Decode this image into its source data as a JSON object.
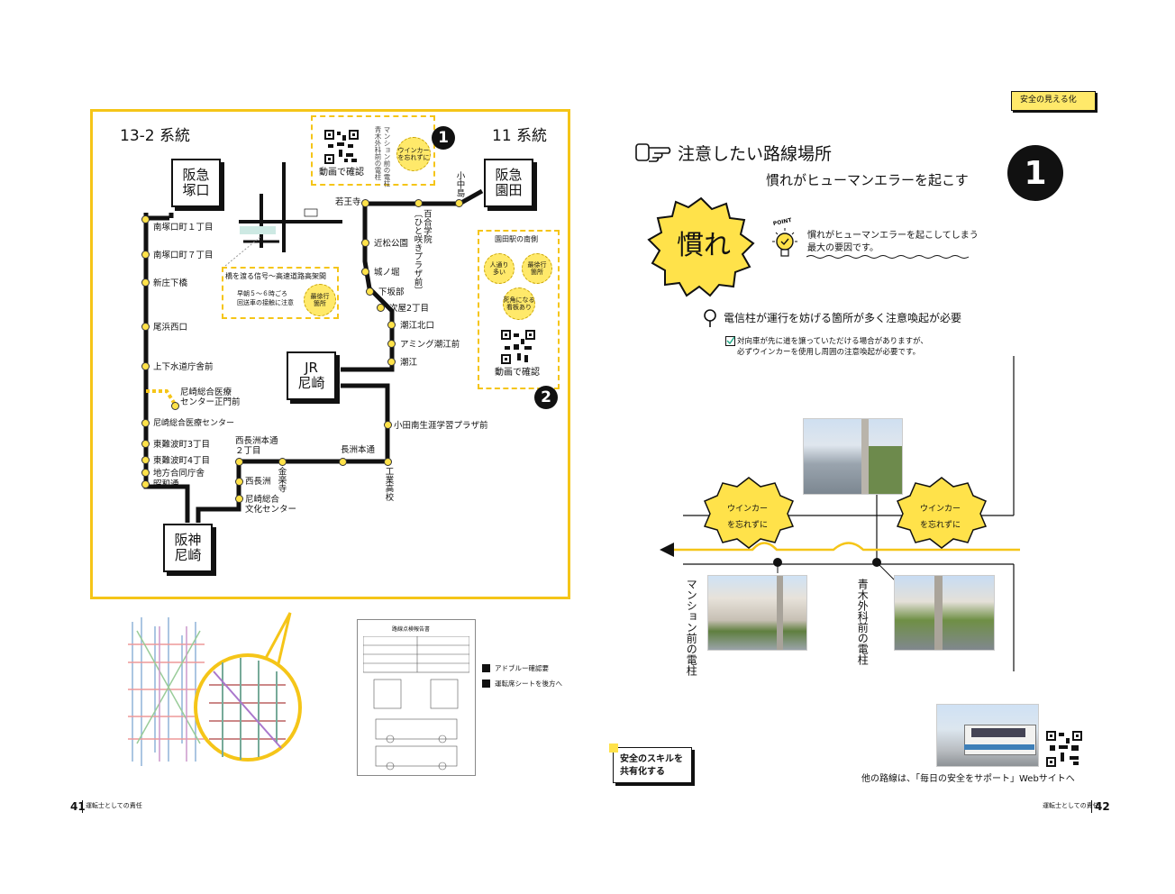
{
  "left_page": {
    "line_left": "13-2 系統",
    "line_right": "11 系統",
    "terminals": {
      "hankyu_tsukaguchi": "阪急\n塚口",
      "hankyu_sonoda": "阪急\n園田",
      "jr_amagasaki": "JR\n尼崎",
      "hanshin_amagasaki": "阪神\n尼崎"
    },
    "stops_13_2": [
      "南塚口町１丁目",
      "南塚口町７丁目",
      "新庄下橋",
      "尾浜西口",
      "上下水道庁舎前",
      "尼崎総合医療センター",
      "東難波町3丁目",
      "東難波町4丁目",
      "地方合同庁舎",
      "昭和通"
    ],
    "stop_branch": "尼崎総合医療\nセンター正門前",
    "stops_11": [
      "若王寺",
      "近松公園",
      "城ノ堀",
      "下坂部",
      "次屋2丁目",
      "潮江北口",
      "アミング潮江前",
      "潮江",
      "小田南生涯学習プラザ前",
      "長洲本通",
      "西長洲本通\n２丁目",
      "西長洲",
      "尼崎総合\n文化センター"
    ],
    "stops_vertical": {
      "ooshima": "小中島",
      "school": "百合学院\n〔ひと咲きプラザ前〕",
      "kogyo": "工業高校",
      "kinrakuji": "金楽寺"
    },
    "callout1": {
      "qr_label": "動画で確認",
      "vertical_note": "マンション前の電柱\n青木外科前の電柱",
      "badge": "ウインカー\nを忘れずに",
      "number": "1"
    },
    "callout_bridge": {
      "title": "橋を渡る信号～高速道路高架間",
      "note": "早朝５～６時ごろ\n回送車の接触に注意",
      "badge": "最徐行\n箇所"
    },
    "callout2": {
      "title": "園田駅の南側",
      "badges": [
        "人通り\n多い",
        "最徐行\n箇所",
        "死角になる\n看板あり"
      ],
      "qr_label": "動画で確認",
      "number": "2"
    },
    "inset_notes": [
      "アドブルー確認要",
      "運転席シートを後方へ"
    ],
    "form_title": "路線点検報告書",
    "page_number": "41",
    "footer": "運転士としての責任"
  },
  "right_page": {
    "tab": "安全の見える化",
    "section_title": "注意したい路線場所",
    "subtitle": "慣れがヒューマンエラーを起こす",
    "big_number": "1",
    "badge_word": "慣れ",
    "point_label": "POINT",
    "point_text": "慣れがヒューマンエラーを起こしてしまう\n最大の要因です。",
    "key_point": "電信柱が運行を妨げる箇所が多く注意喚起が必要",
    "check_text": "対向車が先に道を譲っていただける場合がありますが、\n必ずウインカーを使用し周囲の注意喚起が必要です。",
    "winker_badge": "ウインカー\nを忘れずに",
    "pole_labels": [
      "マンション前の電柱",
      "青木外科前の電柱"
    ],
    "share_label": "安全のスキルを\n共有化する",
    "website_note": "他の路線は、「毎日の安全をサポート」Webサイトへ",
    "page_number": "42",
    "footer": "運転士としての責任"
  },
  "colors": {
    "accent": "#f5c518",
    "badge": "#ffe96a",
    "line": "#111111"
  },
  "icons": [
    "pointing-hand-icon",
    "lightbulb-icon",
    "pin-icon",
    "check-icon",
    "qr-code-icon",
    "bus-icon"
  ]
}
